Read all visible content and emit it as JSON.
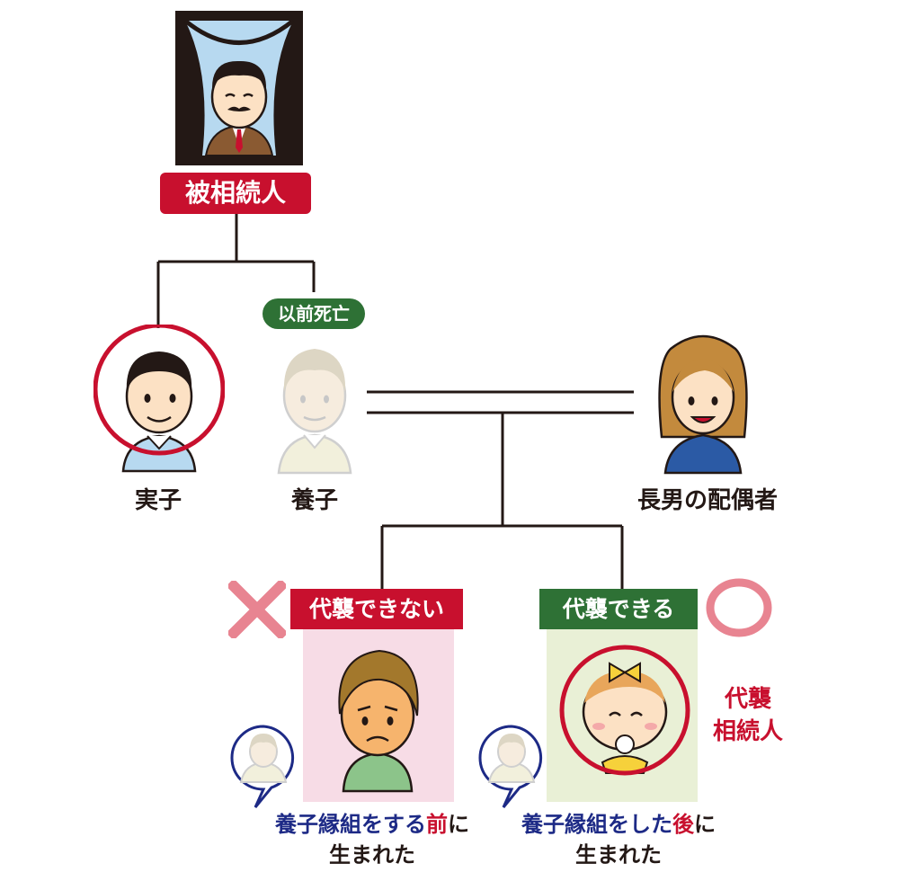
{
  "deceased": {
    "label": "被相続人"
  },
  "family": {
    "biological_child": "実子",
    "adopted_child": "養子",
    "adopted_child_badge": "以前死亡",
    "spouse": "長男の配偶者"
  },
  "left_case": {
    "badge": "代襲できない",
    "mark": "×",
    "caption_blue_1": "養子縁組をする",
    "caption_red": "前",
    "caption_dark": "に",
    "caption_line2": "生まれた"
  },
  "right_case": {
    "badge": "代襲できる",
    "mark": "○",
    "side_label_1": "代襲",
    "side_label_2": "相続人",
    "caption_blue_1": "養子縁組をした",
    "caption_red": "後",
    "caption_dark": "に",
    "caption_line2": "生まれた"
  },
  "colors": {
    "red": "#c8102e",
    "green": "#2e7135",
    "navy": "#1d2a86",
    "pink_panel": "#f7dce6",
    "green_panel": "#e9f0d6",
    "cross_pink": "#e88491"
  }
}
